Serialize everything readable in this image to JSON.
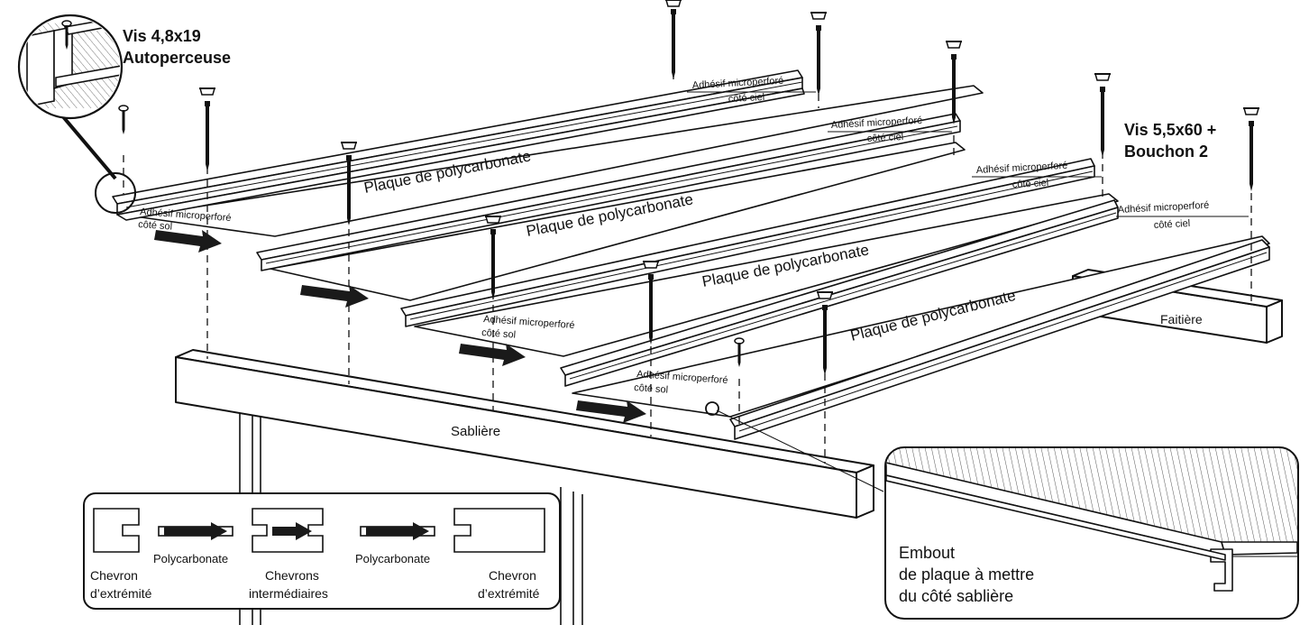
{
  "screws": {
    "small": "Vis 4,8x19",
    "small_type": "Autoperceuse",
    "large": "Vis 5,5x60 +",
    "large_cap": "Bouchon 2"
  },
  "panels": [
    {
      "label": "Plaque de polycarbonate"
    },
    {
      "label": "Plaque de polycarbonate"
    },
    {
      "label": "Plaque de polycarbonate"
    },
    {
      "label": "Plaque de polycarbonate"
    }
  ],
  "tape": {
    "perforated": "Adhésif microperforé",
    "sky_side": "côté ciel",
    "ground_side": "côté sol"
  },
  "beams": {
    "ridge": "Faitière",
    "wall_plate": "Sablière"
  },
  "legend": {
    "end_rafter_left_1": "Chevron",
    "end_rafter_left_2": "d’extrémité",
    "polycarbonate_1": "Polycarbonate",
    "intermediate_1": "Chevrons",
    "intermediate_2": "intermédiaires",
    "polycarbonate_2": "Polycarbonate",
    "end_rafter_right_1": "Chevron",
    "end_rafter_right_2": "d’extrémité"
  },
  "detail": {
    "line1": "Embout",
    "line2": "de plaque à mettre",
    "line3": "du côté sablière"
  },
  "colors": {
    "ink": "#111111",
    "fill": "#ffffff",
    "arrow": "#1a1a1a"
  }
}
